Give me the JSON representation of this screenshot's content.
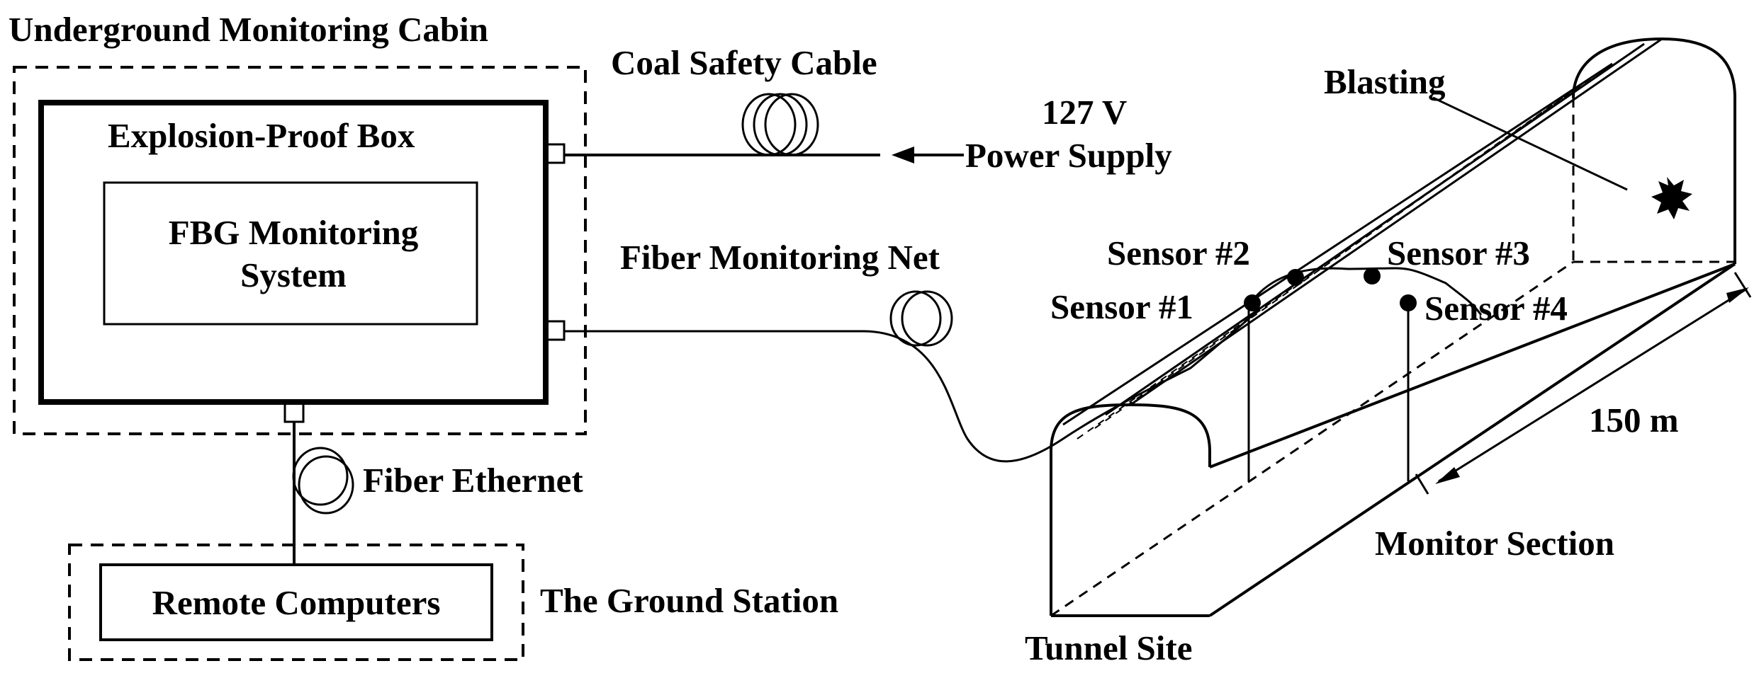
{
  "labels": {
    "cabin": "Underground Monitoring Cabin",
    "explosion_box": "Explosion-Proof Box",
    "fbg_line1": "FBG Monitoring",
    "fbg_line2": "System",
    "coal_cable": "Coal Safety Cable",
    "voltage": "127 V",
    "power_supply": "Power Supply",
    "fiber_net": "Fiber Monitoring Net",
    "fiber_ethernet": "Fiber Ethernet",
    "remote_computers": "Remote Computers",
    "ground_station": "The Ground Station",
    "blasting": "Blasting",
    "sensor1": "Sensor #1",
    "sensor2": "Sensor #2",
    "sensor3": "Sensor #3",
    "sensor4": "Sensor #4",
    "distance": "150 m",
    "monitor_section": "Monitor Section",
    "tunnel_site": "Tunnel Site"
  }
}
